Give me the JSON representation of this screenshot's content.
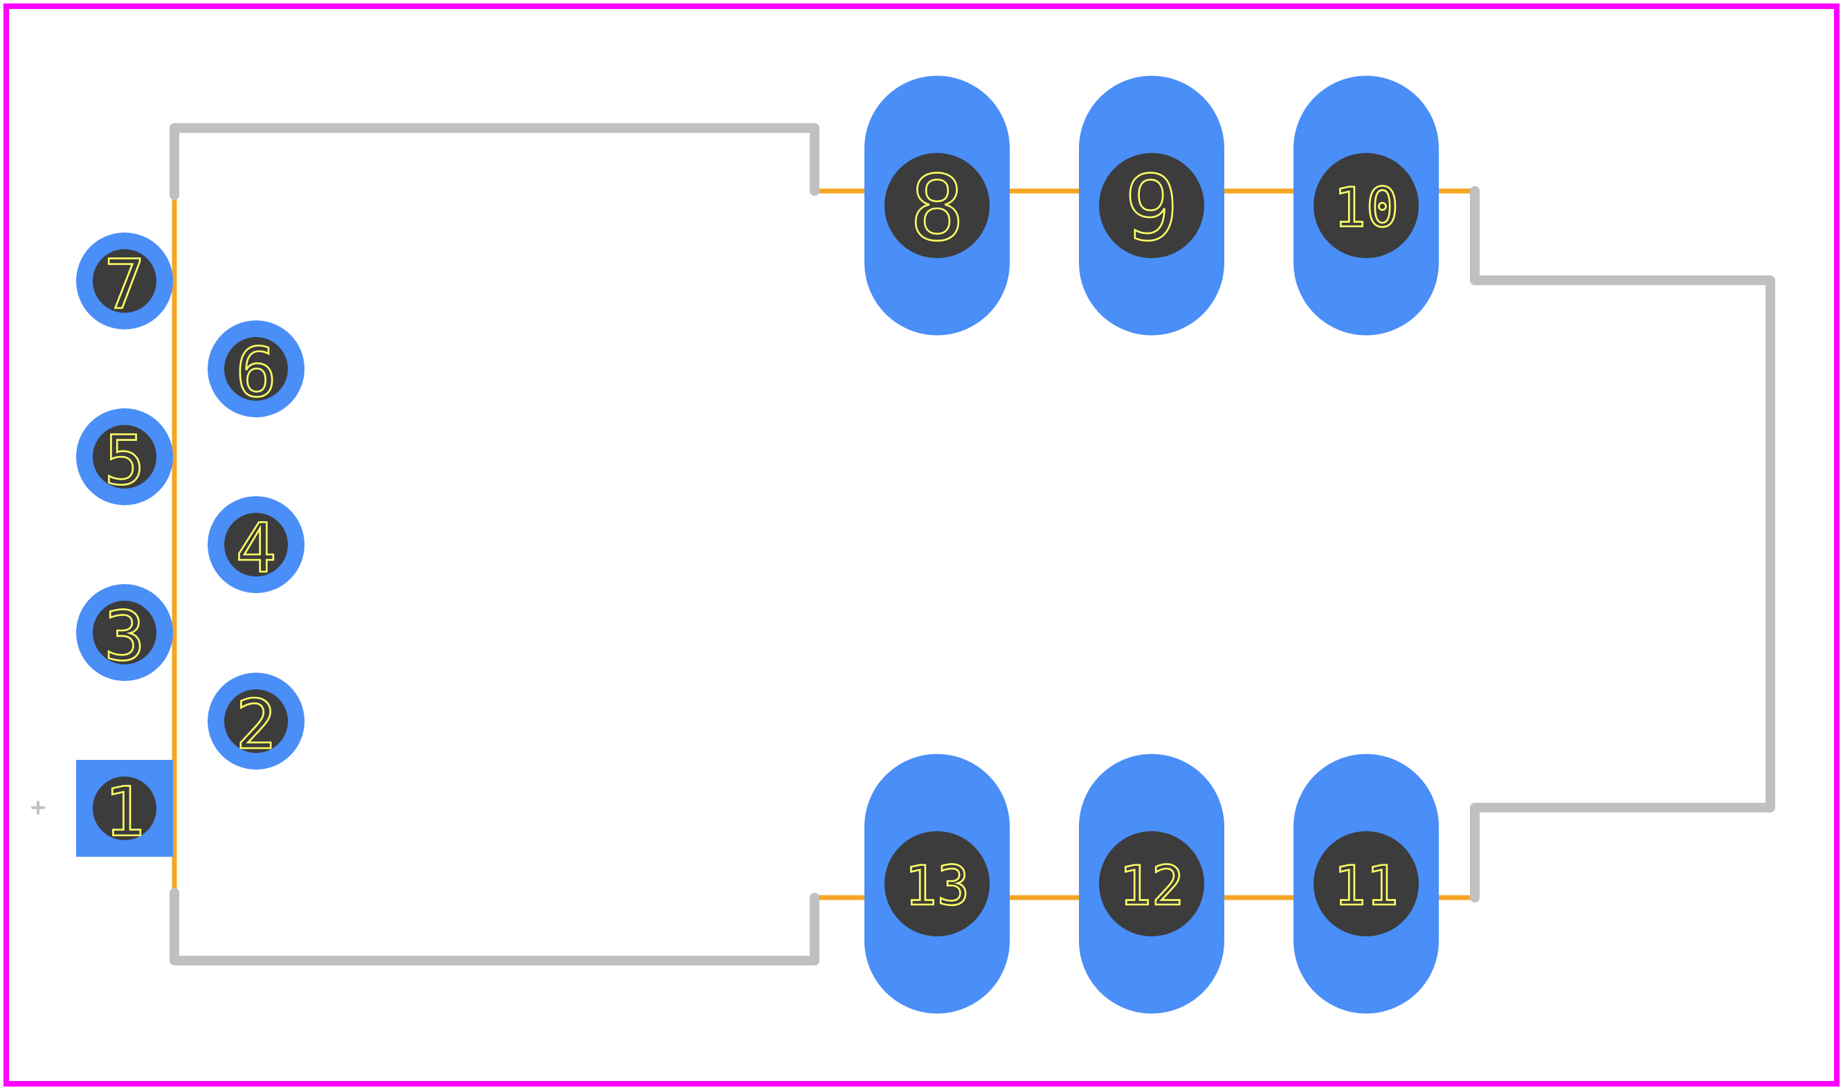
{
  "colors": {
    "background": "#ffffff",
    "board_outline": "#ff00ff",
    "pad": "#4a8ef7",
    "drill": "#3c3c3c",
    "pin_label": "#ffff66",
    "silkscreen": "#c0c0c0",
    "courtyard_line": "#f5a623"
  },
  "pads": [
    {
      "id": "pad-1",
      "label": "1",
      "shape": "square"
    },
    {
      "id": "pad-2",
      "label": "2",
      "shape": "round"
    },
    {
      "id": "pad-3",
      "label": "3",
      "shape": "round"
    },
    {
      "id": "pad-4",
      "label": "4",
      "shape": "round"
    },
    {
      "id": "pad-5",
      "label": "5",
      "shape": "round"
    },
    {
      "id": "pad-6",
      "label": "6",
      "shape": "round"
    },
    {
      "id": "pad-7",
      "label": "7",
      "shape": "round"
    },
    {
      "id": "pad-8",
      "label": "8",
      "shape": "oblong"
    },
    {
      "id": "pad-9",
      "label": "9",
      "shape": "oblong"
    },
    {
      "id": "pad-10",
      "label": "10",
      "shape": "oblong"
    },
    {
      "id": "pad-11",
      "label": "11",
      "shape": "oblong"
    },
    {
      "id": "pad-12",
      "label": "12",
      "shape": "oblong"
    },
    {
      "id": "pad-13",
      "label": "13",
      "shape": "oblong"
    }
  ],
  "origin_marker_icon": "crosshair-icon"
}
